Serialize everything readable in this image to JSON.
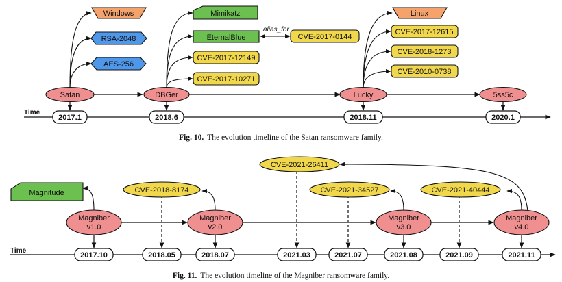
{
  "colors": {
    "ransomware_node": "#ef8f8f",
    "os_node": "#f6a36b",
    "crypto_node": "#4f97e8",
    "tool_node": "#6bc04f",
    "cve_node": "#f0d74c",
    "stroke": "#111111",
    "time_box": "#ffffff"
  },
  "fig10": {
    "time_label": "Time",
    "caption_prefix": "Fig. 10.",
    "caption_text": "The evolution timeline of the Satan ransomware family.",
    "nodes": {
      "satan": "Satan",
      "dbger": "DBGer",
      "lucky": "Lucky",
      "5ss5c": "5ss5c",
      "windows": "Windows",
      "rsa": "RSA-2048",
      "aes": "AES-256",
      "mimikatz": "Mimikatz",
      "eternalblue": "EternalBlue",
      "alias_for": "alias_for",
      "cve_2017_0144": "CVE-2017-0144",
      "cve_2017_12149": "CVE-2017-12149",
      "cve_2017_10271": "CVE-2017-10271",
      "linux": "Linux",
      "cve_2017_12615": "CVE-2017-12615",
      "cve_2018_1273": "CVE-2018-1273",
      "cve_2010_0738": "CVE-2010-0738"
    },
    "dates": {
      "d1": "2017.1",
      "d2": "2018.6",
      "d3": "2018.11",
      "d4": "2020.1"
    }
  },
  "fig11": {
    "time_label": "Time",
    "caption_prefix": "Fig. 11.",
    "caption_text": "The evolution timeline of the Magniber ransomware family.",
    "nodes": {
      "magnitude": "Magnitude",
      "m1_line1": "Magniber",
      "m1_line2": "v1.0",
      "m2_line1": "Magniber",
      "m2_line2": "v2.0",
      "m3_line1": "Magniber",
      "m3_line2": "v3.0",
      "m4_line1": "Magniber",
      "m4_line2": "v4.0",
      "cve_2018_8174": "CVE-2018-8174",
      "cve_2021_26411": "CVE-2021-26411",
      "cve_2021_34527": "CVE-2021-34527",
      "cve_2021_40444": "CVE-2021-40444"
    },
    "dates": {
      "d1": "2017.10",
      "d2": "2018.05",
      "d3": "2018.07",
      "d4": "2021.03",
      "d5": "2021.07",
      "d6": "2021.08",
      "d7": "2021.09",
      "d8": "2021.11"
    }
  }
}
